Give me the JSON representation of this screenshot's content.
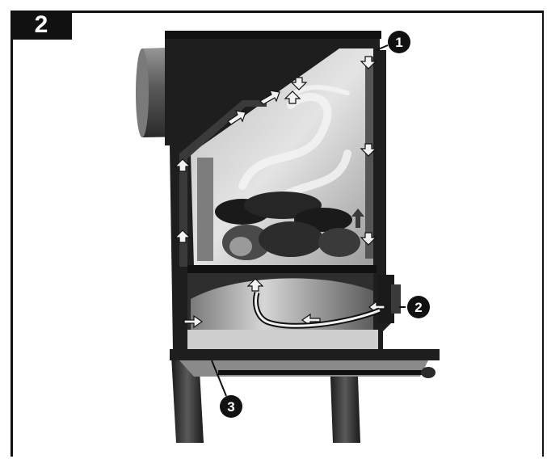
{
  "figure": {
    "number": "2"
  },
  "callouts": [
    {
      "id": "callout-1",
      "label": "1"
    },
    {
      "id": "callout-2",
      "label": "2"
    },
    {
      "id": "callout-3",
      "label": "3"
    }
  ],
  "colors": {
    "ink": "#111111",
    "stove_dark": "#2a2a2a",
    "stove_mid": "#6a6a6a",
    "stove_light": "#c8c8c8",
    "airflow_arrow": "#e8e8e8"
  }
}
